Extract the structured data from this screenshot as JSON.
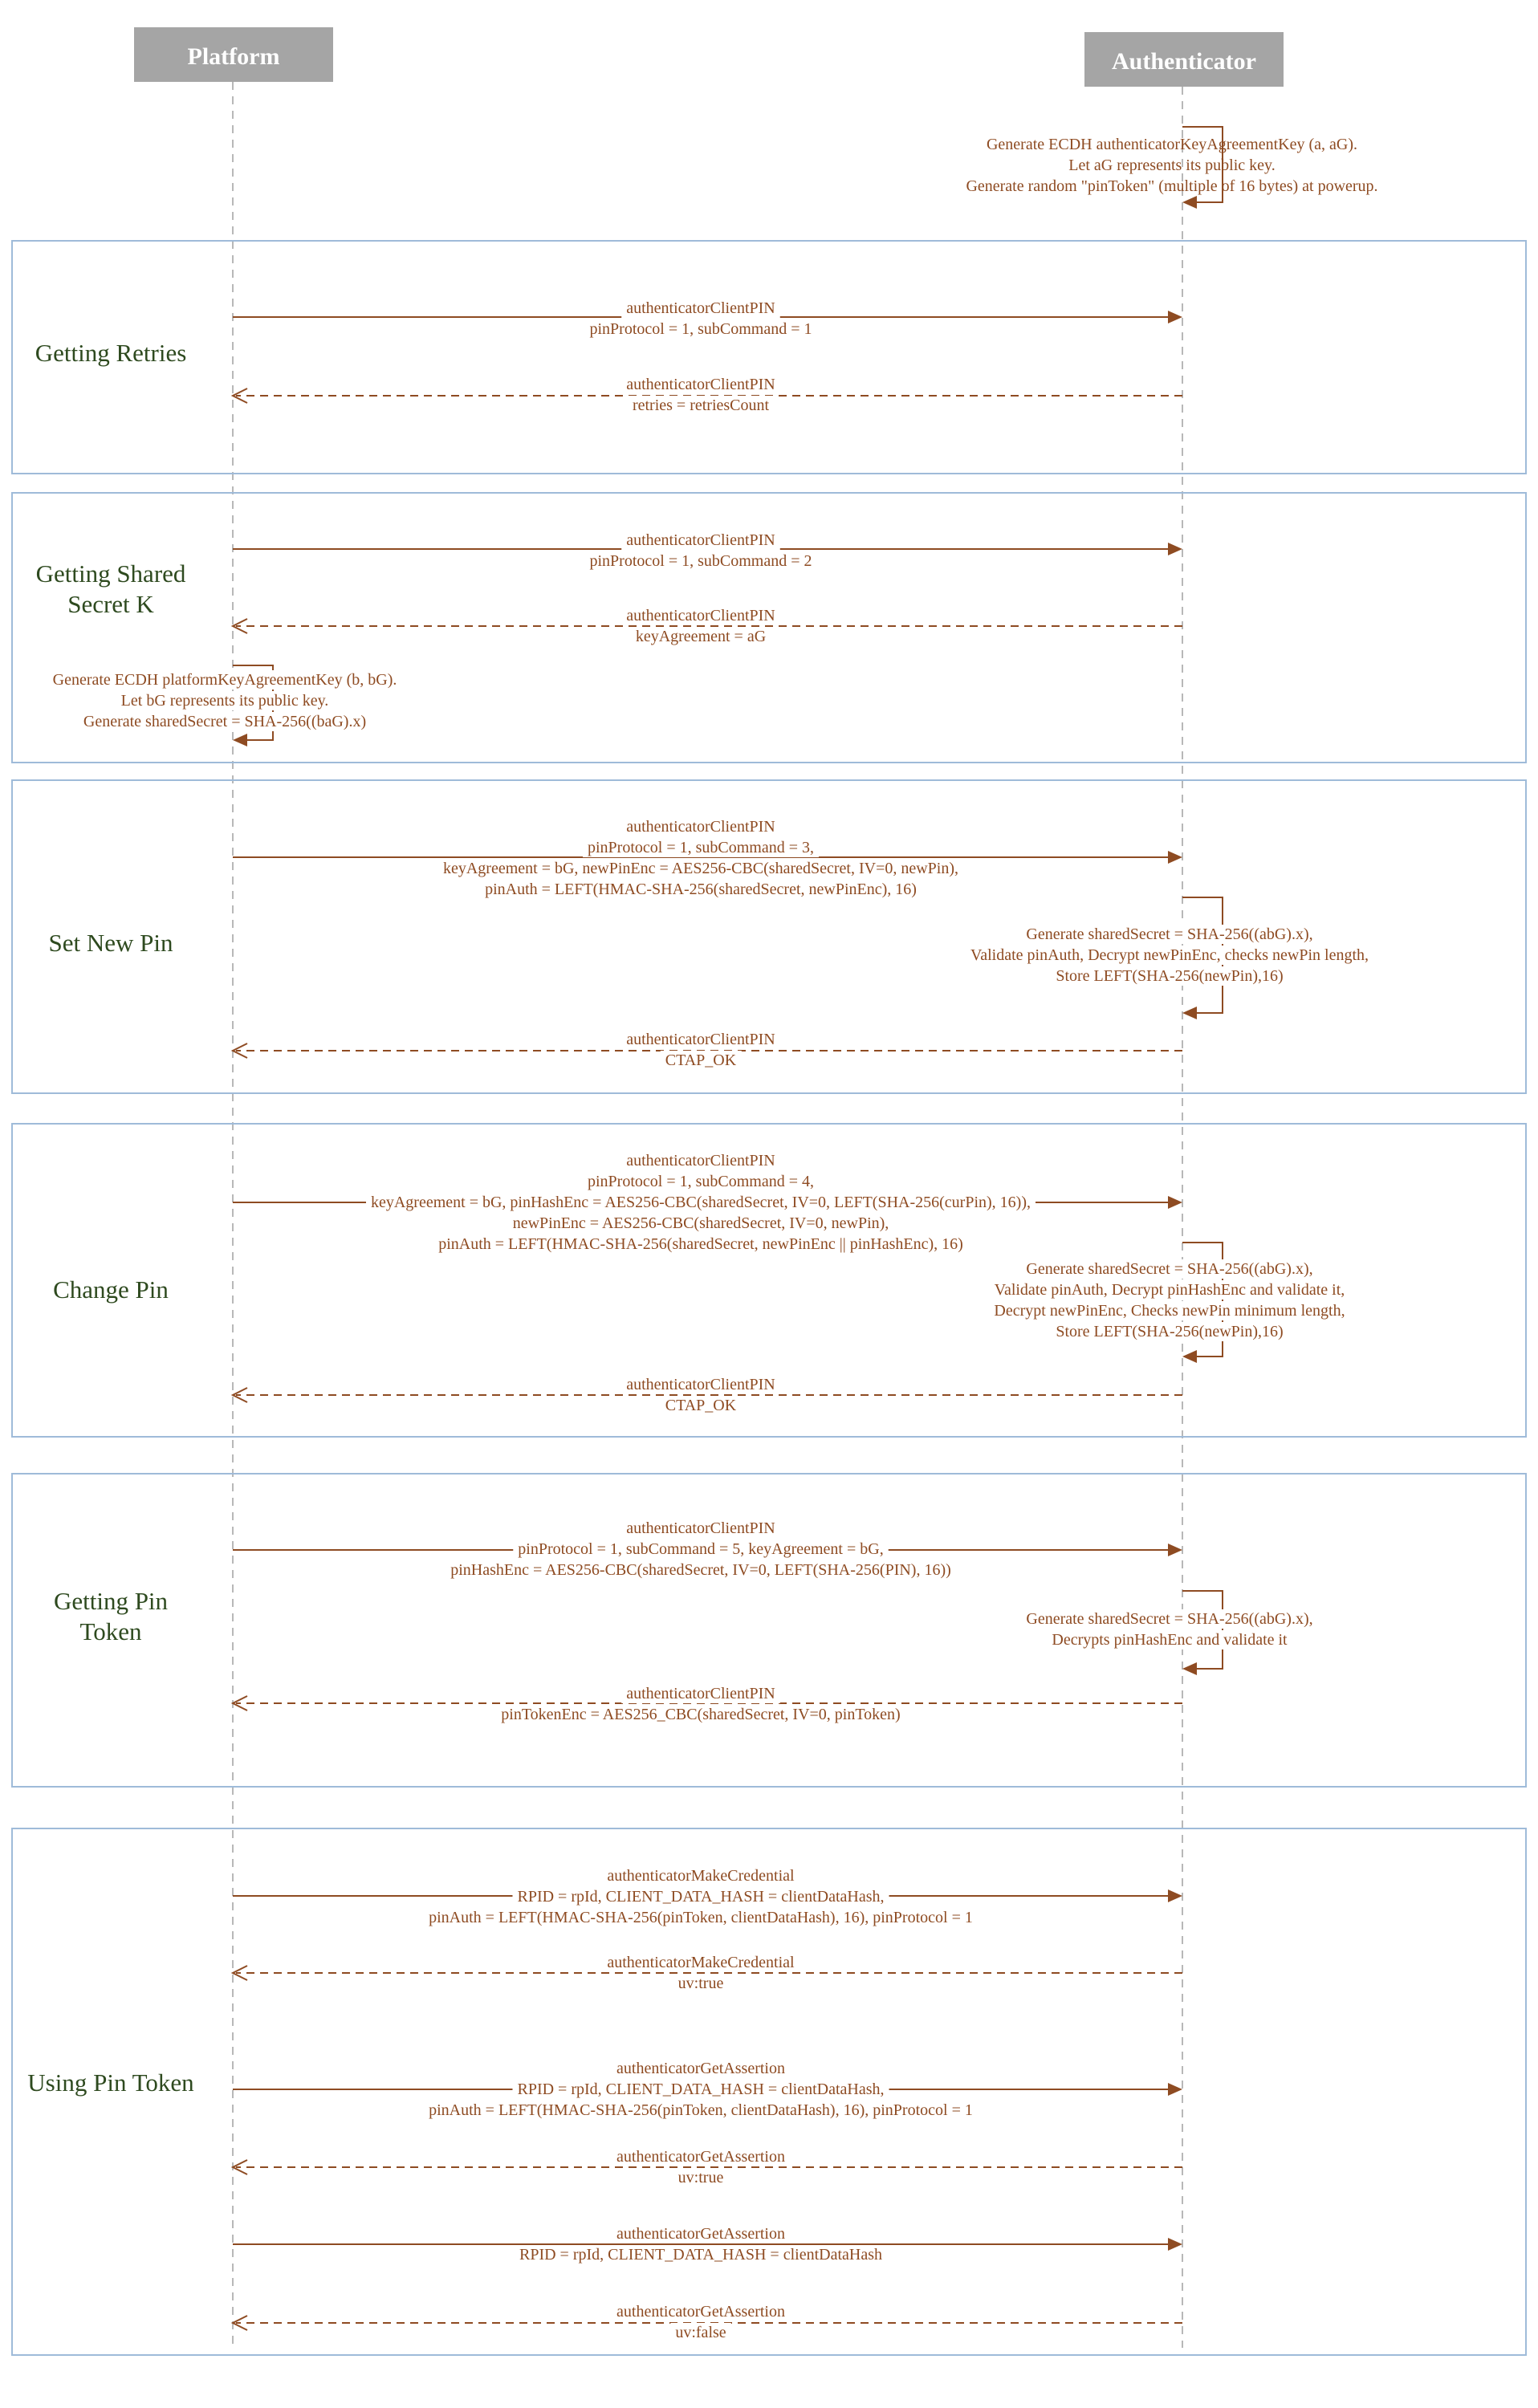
{
  "participants": {
    "platform": "Platform",
    "authenticator": "Authenticator"
  },
  "init_note": [
    "Generate ECDH authenticatorKeyAgreementKey (a, aG).",
    "Let aG represents its public key.",
    "Generate random \"pinToken\" (multiple of 16 bytes) at powerup."
  ],
  "sections": [
    {
      "label": [
        "Getting Retries"
      ],
      "messages": [
        {
          "kind": "request",
          "lines": [
            "authenticatorClientPIN",
            "pinProtocol = 1, subCommand = 1"
          ]
        },
        {
          "kind": "response",
          "lines": [
            "authenticatorClientPIN",
            "retries = retriesCount"
          ]
        }
      ]
    },
    {
      "label": [
        "Getting Shared",
        "Secret K"
      ],
      "messages": [
        {
          "kind": "request",
          "lines": [
            "authenticatorClientPIN",
            "pinProtocol = 1, subCommand = 2"
          ]
        },
        {
          "kind": "response",
          "lines": [
            "authenticatorClientPIN",
            "keyAgreement = aG"
          ]
        },
        {
          "kind": "self-platform",
          "lines": [
            "Generate ECDH platformKeyAgreementKey (b, bG).",
            "Let bG represents its public key.",
            "Generate sharedSecret = SHA-256((baG).x)"
          ]
        }
      ]
    },
    {
      "label": [
        "Set New Pin"
      ],
      "messages": [
        {
          "kind": "request",
          "lines": [
            "authenticatorClientPIN",
            "pinProtocol = 1, subCommand = 3,",
            "keyAgreement = bG, newPinEnc = AES256-CBC(sharedSecret, IV=0, newPin),",
            "pinAuth = LEFT(HMAC-SHA-256(sharedSecret, newPinEnc), 16)"
          ]
        },
        {
          "kind": "self-authenticator",
          "lines": [
            "Generate sharedSecret = SHA-256((abG).x),",
            "Validate pinAuth, Decrypt newPinEnc, checks newPin length,",
            "Store LEFT(SHA-256(newPin),16)"
          ]
        },
        {
          "kind": "response",
          "lines": [
            "authenticatorClientPIN",
            "CTAP_OK"
          ]
        }
      ]
    },
    {
      "label": [
        "Change Pin"
      ],
      "messages": [
        {
          "kind": "request",
          "lines": [
            "authenticatorClientPIN",
            "pinProtocol = 1, subCommand = 4,",
            "keyAgreement = bG, pinHashEnc = AES256-CBC(sharedSecret, IV=0, LEFT(SHA-256(curPin), 16)),",
            "newPinEnc = AES256-CBC(sharedSecret, IV=0, newPin),",
            "pinAuth = LEFT(HMAC-SHA-256(sharedSecret, newPinEnc || pinHashEnc), 16)"
          ]
        },
        {
          "kind": "self-authenticator",
          "lines": [
            "Generate sharedSecret = SHA-256((abG).x),",
            "Validate pinAuth, Decrypt pinHashEnc and validate it,",
            "Decrypt newPinEnc, Checks newPin minimum length,",
            "Store LEFT(SHA-256(newPin),16)"
          ]
        },
        {
          "kind": "response",
          "lines": [
            "authenticatorClientPIN",
            "CTAP_OK"
          ]
        }
      ]
    },
    {
      "label": [
        "Getting Pin",
        "Token"
      ],
      "messages": [
        {
          "kind": "request",
          "lines": [
            "authenticatorClientPIN",
            "pinProtocol = 1, subCommand = 5, keyAgreement = bG,",
            "pinHashEnc = AES256-CBC(sharedSecret, IV=0, LEFT(SHA-256(PIN), 16))"
          ]
        },
        {
          "kind": "self-authenticator",
          "lines": [
            "Generate sharedSecret = SHA-256((abG).x),",
            "Decrypts pinHashEnc and validate it"
          ]
        },
        {
          "kind": "response",
          "lines": [
            "authenticatorClientPIN",
            "pinTokenEnc = AES256_CBC(sharedSecret, IV=0, pinToken)"
          ]
        }
      ]
    },
    {
      "label": [
        "Using Pin Token"
      ],
      "messages": [
        {
          "kind": "request",
          "lines": [
            "authenticatorMakeCredential",
            "RPID = rpId, CLIENT_DATA_HASH = clientDataHash,",
            "pinAuth = LEFT(HMAC-SHA-256(pinToken, clientDataHash), 16), pinProtocol = 1"
          ]
        },
        {
          "kind": "response",
          "lines": [
            "authenticatorMakeCredential",
            "uv:true"
          ]
        },
        {
          "kind": "request",
          "lines": [
            "authenticatorGetAssertion",
            "RPID = rpId, CLIENT_DATA_HASH = clientDataHash,",
            "pinAuth = LEFT(HMAC-SHA-256(pinToken, clientDataHash), 16), pinProtocol = 1"
          ]
        },
        {
          "kind": "response",
          "lines": [
            "authenticatorGetAssertion",
            "uv:true"
          ]
        },
        {
          "kind": "request",
          "lines": [
            "authenticatorGetAssertion",
            "RPID = rpId, CLIENT_DATA_HASH = clientDataHash"
          ]
        },
        {
          "kind": "response",
          "lines": [
            "authenticatorGetAssertion",
            "uv:false"
          ]
        }
      ]
    }
  ]
}
